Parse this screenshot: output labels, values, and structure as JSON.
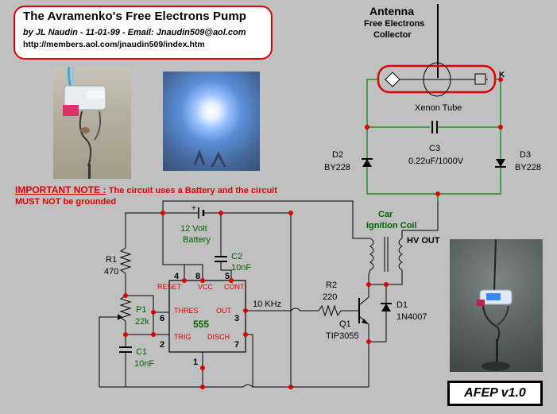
{
  "header": {
    "title": "The Avramenko's  Free Electrons Pump",
    "byline": "by JL Naudin - 11-01-99 - Email: Jnaudin509@aol.com",
    "url": "http://members.aol.com/jnaudin509/index.htm"
  },
  "note": {
    "label": "IMPORTANT NOTE :",
    "text1": "The circuit uses a Battery and the circuit",
    "text2": "MUST NOT be grounded"
  },
  "labels": {
    "antenna": "Antenna",
    "collector1": "Free Electrons",
    "collector2": "Collector",
    "xenon": "Xenon Tube",
    "k": "K",
    "c3_name": "C3",
    "c3_val": "0.22uF/1000V",
    "d2_name": "D2",
    "d2_val": "BY228",
    "d3_name": "D3",
    "d3_val": "BY228",
    "coil1": "Car",
    "coil2": "Ignition Coil",
    "hv_out": "HV OUT",
    "battery_plus": "+",
    "battery1": "12 Volt",
    "battery2": "Battery",
    "c2_name": "C2",
    "c2_val": "10nF",
    "r1_name": "R1",
    "r1_val": "470",
    "p1_name": "P1",
    "p1_val": "22k",
    "c1_name": "C1",
    "c1_val": "10nF",
    "ic_name": "555",
    "pin4": "4",
    "pin8": "8",
    "pin5": "5",
    "pin6": "6",
    "pin2": "2",
    "pin3": "3",
    "pin7": "7",
    "pin1": "1",
    "reset": "RESET",
    "vcc": "VCC",
    "cont": "CONT",
    "thres": "THRES",
    "trig": "TRIG",
    "out": "OUT",
    "disch": "DISCH",
    "freq": "10 KHz",
    "r2_name": "R2",
    "r2_val": "220",
    "q1_name": "Q1",
    "q1_val": "TIP3055",
    "d1_name": "D1",
    "d1_val": "1N4007"
  },
  "version": "AFEP v1.0",
  "colors": {
    "wire": "#000000",
    "green_wire": "#008000",
    "node": "#e00000",
    "label_red": "#e00000",
    "label_green": "#006400",
    "accent_box": "#e00000"
  }
}
